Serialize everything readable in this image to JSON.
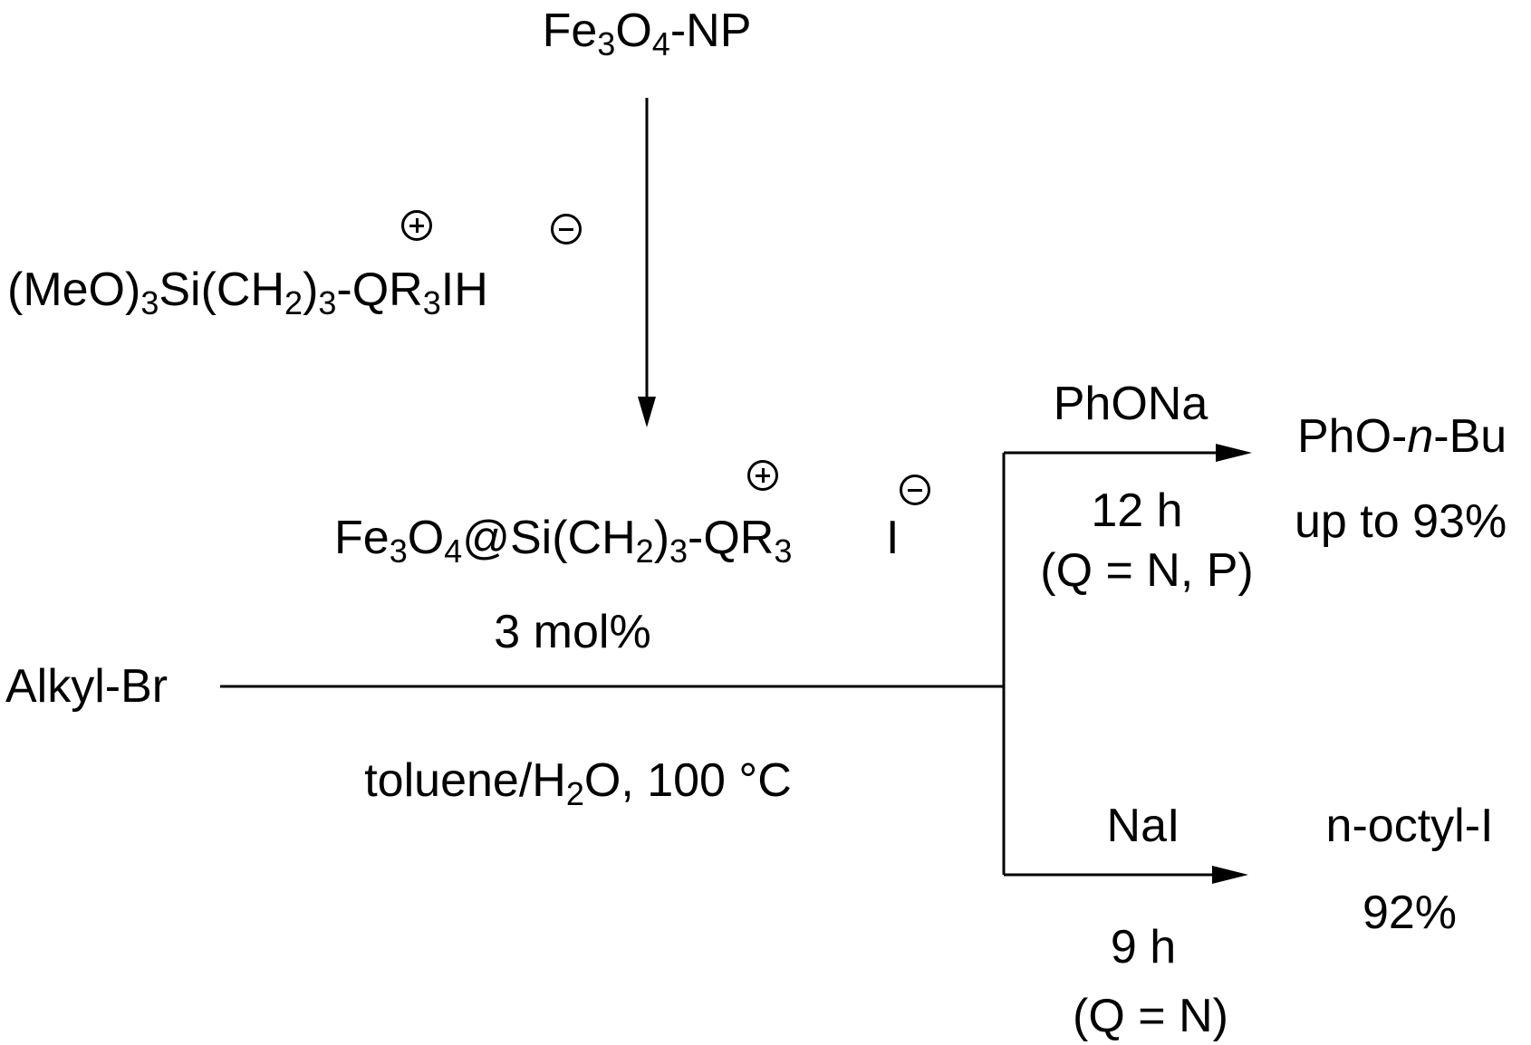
{
  "start_material": {
    "prefix": "Fe",
    "s1": "3",
    "mid": "O",
    "s2": "4",
    "suffix": "-NP"
  },
  "reagent_silane": {
    "a": "(MeO)",
    "s1": "3",
    "b": "Si(CH",
    "s2": "2",
    "c": ")",
    "s3": "3",
    "d": "-QR",
    "s4": "3",
    "e": "IH"
  },
  "catalyst": {
    "a": "Fe",
    "s1": "3",
    "b": "O",
    "s2": "4",
    "c": "@Si(CH",
    "s3": "2",
    "d": ")",
    "s4": "3",
    "e": "-QR",
    "s5": "3",
    "counterion": "I"
  },
  "catalyst_loading": "3 mol%",
  "substrate": "Alkyl-Br",
  "conditions": {
    "a": "toluene/H",
    "s1": "2",
    "b": "O, 100 °C"
  },
  "branch_top": {
    "reagent": "PhONa",
    "time": "12 h",
    "note": "(Q = N, P)",
    "product": {
      "a": "PhO-",
      "italic": "n",
      "b": "-Bu"
    },
    "yield": "up to 93%"
  },
  "branch_bottom": {
    "reagent": "NaI",
    "time": "9 h",
    "note": "(Q = N)",
    "product": "n-octyl-I",
    "yield": "92%"
  },
  "charges": [
    "plus-icon",
    "minus-icon"
  ]
}
